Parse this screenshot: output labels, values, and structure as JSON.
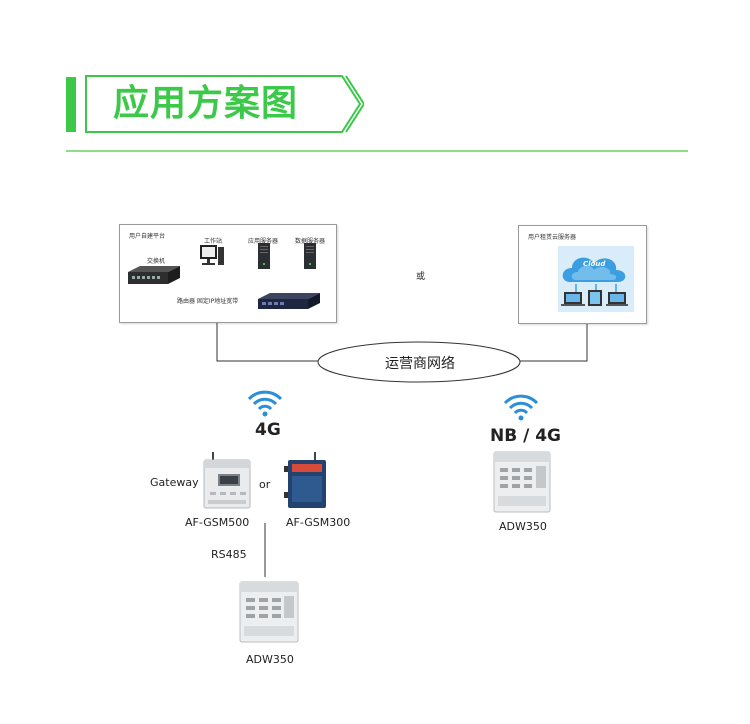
{
  "header": {
    "title": "应用方案图"
  },
  "left_panel": {
    "title": "用户自建平台",
    "switch": "交换机",
    "workstation": "工作站",
    "app_server": "应用服务器",
    "db_server": "数据服务器",
    "router": "路由器 固定IP地址宽带"
  },
  "or_cn": "或",
  "right_panel": {
    "title": "用户租赁云服务器",
    "cloud": "Cloud"
  },
  "network": {
    "label": "运营商网络"
  },
  "left_branch": {
    "protocol": "4G",
    "gateway_label": "Gateway",
    "or_text": "or",
    "device1": "AF-GSM500",
    "device2": "AF-GSM300",
    "link": "RS485",
    "meter": "ADW350"
  },
  "right_branch": {
    "protocol": "NB / 4G",
    "meter": "ADW350"
  },
  "colors": {
    "accent_green": "#3cc94a",
    "wifi_blue": "#2a8fd8",
    "cloud_blue": "#3a9ee0"
  }
}
